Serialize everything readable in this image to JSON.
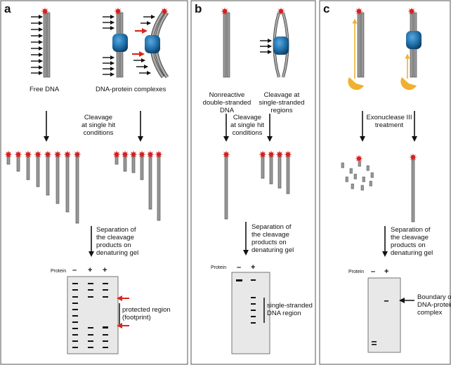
{
  "panels": {
    "a": {
      "letter": "a",
      "free_dna": "Free DNA",
      "complexes": "DNA-protein complexes",
      "step1": [
        "Cleavage",
        "at single hit",
        "conditions"
      ],
      "step2": [
        "Separation of",
        "the cleavage",
        "products on",
        "denaturing gel"
      ],
      "gel_protein": "Protein",
      "lanes": [
        "–",
        "+",
        "+"
      ],
      "annotation": [
        "protected region",
        "(footprint)"
      ]
    },
    "b": {
      "letter": "b",
      "nonreactive": [
        "Nonreactive",
        "double-stranded",
        "DNA"
      ],
      "cleavage_ss": [
        "Cleavage at",
        "single-stranded",
        "regions"
      ],
      "step1": [
        "Cleavage",
        "at single hit",
        "conditions"
      ],
      "step2": [
        "Separation of",
        "the cleavage",
        "products on",
        "denaturing gel"
      ],
      "gel_protein": "Protein",
      "lanes": [
        "–",
        "+"
      ],
      "annotation": [
        "single-stranded",
        "DNA region"
      ]
    },
    "c": {
      "letter": "c",
      "step1": [
        "Exonuclease III",
        "treatment"
      ],
      "step2": [
        "Separation of",
        "the cleavage",
        "products on",
        "denaturing gel"
      ],
      "gel_protein": "Protein",
      "lanes": [
        "–",
        "+"
      ],
      "annotation": [
        "Boundary of",
        "DNA-protein",
        "complex"
      ]
    }
  },
  "colors": {
    "dna": "#888888",
    "protein": "#1f6fa8",
    "arrow_red": "#d9261c",
    "exo": "#f0b030",
    "gel_bg": "#e8e8e8",
    "label_star": "#d62020"
  }
}
